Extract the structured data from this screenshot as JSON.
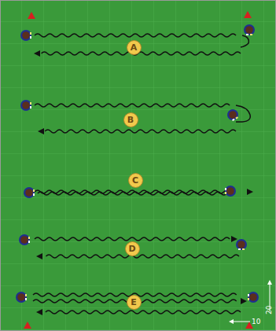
{
  "diagram": {
    "nodes": [
      {
        "text": [
          "A"
        ]
      },
      {
        "text": [
          "B"
        ]
      },
      {
        "text": [
          "C"
        ]
      },
      {
        "text": [
          "D"
        ]
      },
      {
        "text": [
          "E"
        ]
      }
    ],
    "labels": [
      "20",
      "10"
    ]
  }
}
